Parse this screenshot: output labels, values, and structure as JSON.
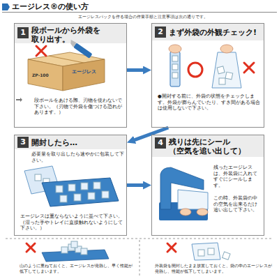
{
  "diagram": {
    "title": "エージレス®の使い方",
    "nodes": [
      {
        "text": [
          "1",
          "段ボールから外袋を 取り出す。",
          "段ボールをあける際、刃物を使わないで下さい。（刃物で外袋を傷つける恐れがあります。）"
        ]
      },
      {
        "text": [
          "2",
          "まず外袋の外観チェック!",
          "●開封する前に、外袋の状態をチェックします。外袋が膨らんでいたり、すき間がある場合は使用しないで下さい。"
        ]
      },
      {
        "text": [
          "3",
          "開封したら…",
          "必要量を取り出したら速やかに包装して下さい。",
          "エージレスは重ならないように並べて下さい。（湿った手やトレイに直接触れないようにして下さい。）"
        ]
      },
      {
        "text": [
          "4",
          "残りは先にシール （空気を追い出して）",
          "残ったエージレスは、外装袋に入れてすぐにシールします。",
          "この時、外装袋の中の空気を出来るだけ追い出して下さい。"
        ]
      }
    ],
    "edges": [
      {
        "from": 0,
        "to": 1,
        "arrow": "to"
      },
      {
        "from": 1,
        "to": 2,
        "arrow": "to"
      },
      {
        "from": 2,
        "to": 3,
        "arrow": "to"
      }
    ],
    "labels": [
      "エージレスパックを作る場合の作業手順と注意事項は次の通りです。",
      "ZP-100",
      "エージレス",
      "山のように重ねておくと、エージレスが発熱し、早く性能が低下してしまいます。",
      "外装袋を開封したまま放置しておくと、袋の中のエージレスが発熱し、性能が低下してしまいます。"
    ]
  }
}
